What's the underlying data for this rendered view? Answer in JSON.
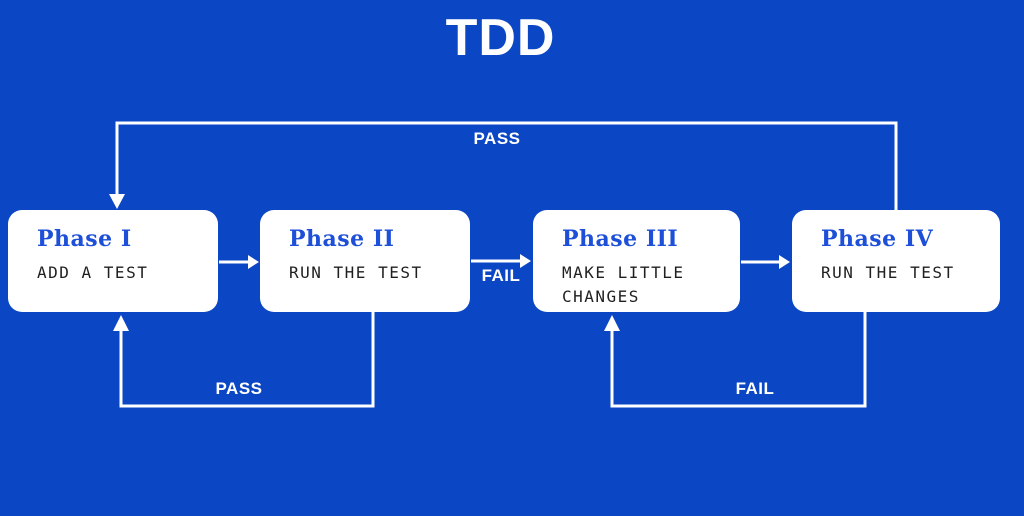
{
  "title": "TDD",
  "colors": {
    "background": "#0b46c4",
    "card_background": "#ffffff",
    "phase_title_text": "#1d4fd8",
    "phase_body_text": "#1f1f1f",
    "arrow_and_labels": "#ffffff"
  },
  "phases": [
    {
      "title": "Phase I",
      "body": "ADD A TEST"
    },
    {
      "title": "Phase II",
      "body": "RUN THE TEST"
    },
    {
      "title": "Phase III",
      "body": "MAKE LITTLE CHANGES"
    },
    {
      "title": "Phase IV",
      "body": "RUN THE TEST"
    }
  ],
  "edges": {
    "pass_top": {
      "label": "PASS",
      "from": "Phase IV",
      "to": "Phase I"
    },
    "step_1_to_2": {
      "label": "",
      "from": "Phase I",
      "to": "Phase II"
    },
    "fail_mid": {
      "label": "FAIL",
      "from": "Phase II",
      "to": "Phase III"
    },
    "step_3_to_4": {
      "label": "",
      "from": "Phase III",
      "to": "Phase IV"
    },
    "pass_bottom": {
      "label": "PASS",
      "from": "Phase II",
      "to": "Phase I"
    },
    "fail_bottom": {
      "label": "FAIL",
      "from": "Phase IV",
      "to": "Phase III"
    }
  }
}
